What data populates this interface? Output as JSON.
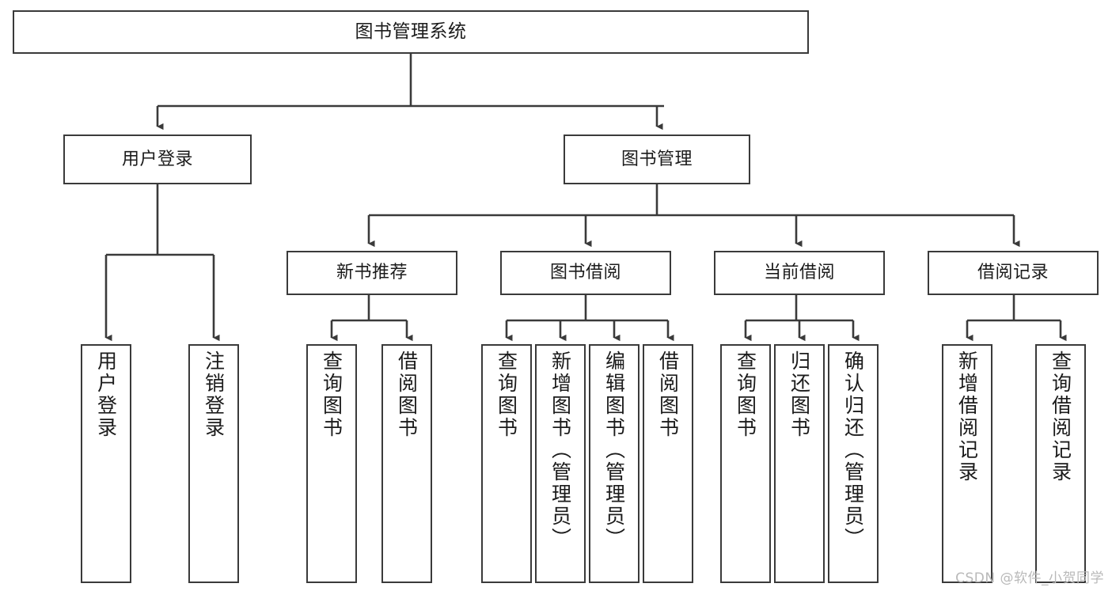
{
  "diagram": {
    "type": "tree-hierarchy",
    "title": "图书管理系统",
    "root": {
      "id": "root",
      "label": "图书管理系统",
      "orientation": "horizontal"
    },
    "level1": [
      {
        "id": "user-login",
        "label": "用户登录",
        "orientation": "horizontal"
      },
      {
        "id": "book-management",
        "label": "图书管理",
        "orientation": "horizontal"
      }
    ],
    "level2": [
      {
        "id": "new-book-recommend",
        "label": "新书推荐",
        "parent": "book-management",
        "orientation": "horizontal"
      },
      {
        "id": "book-borrow",
        "label": "图书借阅",
        "parent": "book-management",
        "orientation": "horizontal"
      },
      {
        "id": "current-borrow",
        "label": "当前借阅",
        "parent": "book-management",
        "orientation": "horizontal"
      },
      {
        "id": "borrow-record",
        "label": "借阅记录",
        "parent": "book-management",
        "orientation": "horizontal"
      }
    ],
    "leaves": [
      {
        "id": "leaf-user-login",
        "label": "用户登录",
        "parent": "user-login",
        "orientation": "vertical"
      },
      {
        "id": "leaf-logout",
        "label": "注销登录",
        "parent": "user-login",
        "orientation": "vertical"
      },
      {
        "id": "leaf-query-book-1",
        "label": "查询图书",
        "parent": "new-book-recommend",
        "orientation": "vertical"
      },
      {
        "id": "leaf-borrow-book-1",
        "label": "借阅图书",
        "parent": "new-book-recommend",
        "orientation": "vertical"
      },
      {
        "id": "leaf-query-book-2",
        "label": "查询图书",
        "parent": "book-borrow",
        "orientation": "vertical"
      },
      {
        "id": "leaf-add-book",
        "label": "新增图书（管理员）",
        "parent": "book-borrow",
        "orientation": "vertical"
      },
      {
        "id": "leaf-edit-book",
        "label": "编辑图书（管理员）",
        "parent": "book-borrow",
        "orientation": "vertical"
      },
      {
        "id": "leaf-borrow-book-2",
        "label": "借阅图书",
        "parent": "book-borrow",
        "orientation": "vertical"
      },
      {
        "id": "leaf-query-book-3",
        "label": "查询图书",
        "parent": "current-borrow",
        "orientation": "vertical"
      },
      {
        "id": "leaf-return-book",
        "label": "归还图书",
        "parent": "current-borrow",
        "orientation": "vertical"
      },
      {
        "id": "leaf-confirm-return",
        "label": "确认归还（管理员）",
        "parent": "current-borrow",
        "orientation": "vertical"
      },
      {
        "id": "leaf-add-record",
        "label": "新增借阅记录",
        "parent": "borrow-record",
        "orientation": "vertical"
      },
      {
        "id": "leaf-query-record",
        "label": "查询借阅记录",
        "parent": "borrow-record",
        "orientation": "vertical"
      }
    ],
    "colors": {
      "box_stroke": "#3a3a3a",
      "box_fill": "#ffffff",
      "edge_stroke": "#3a3a3a",
      "text": "#1b1b1b",
      "watermark": "#b9b9b9",
      "background": "#ffffff"
    }
  },
  "watermark": {
    "text": "CSDN @软件_小贺同学"
  }
}
